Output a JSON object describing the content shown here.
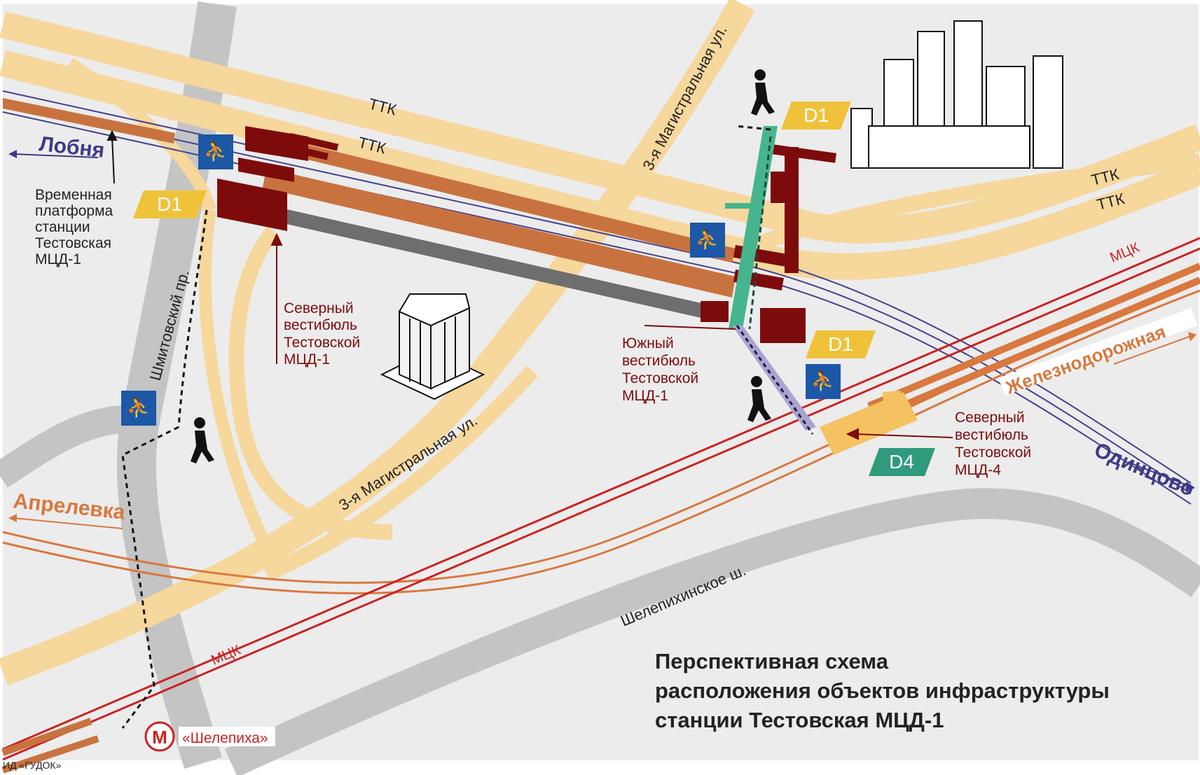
{
  "map": {
    "title_lines": [
      "Перспективная схема",
      "расположения объектов инфраструктуры",
      "станции Тестовская МЦД-1"
    ],
    "credit": "ИД «ГУДОК»",
    "roads": {
      "ttk": "ТТК",
      "magistral": "3-я Магистральная ул.",
      "shmitovsky": "Шмитовский пр.",
      "shelepikhinskoe": "Шелепихинское ш."
    },
    "railway": {
      "mck": "МЦК",
      "zheleznodorozhnaya": "Железнодорожная"
    },
    "directions": {
      "lobnya": "Лобня",
      "odintsovo": "Одинцово",
      "aprelevka": "Апрелевка"
    },
    "labels": {
      "temp_platform": [
        "Временная",
        "платформа",
        "станции",
        "Тестовская",
        "МЦД-1"
      ],
      "north_vestibule_d1": [
        "Северный",
        "вестибюль",
        "Тестовской",
        "МЦД-1"
      ],
      "south_vestibule_d1": [
        "Южный",
        "вестибюль",
        "Тестовской",
        "МЦД-1"
      ],
      "north_vestibule_d4": [
        "Северный",
        "вестибюль",
        "Тестовской",
        "МЦД-4"
      ]
    },
    "badges": {
      "d1": "D1",
      "d4": "D4"
    },
    "metro": {
      "logo": "М",
      "station": "«Шелепиха»"
    },
    "colors": {
      "background": "#ececec",
      "road": "#f6d79c",
      "gray_road": "#c4c4c4",
      "platform": "#c8733f",
      "vestibule": "#7d0b0b",
      "mck": "#cc2121",
      "d1_badge": "#efc23a",
      "d4_badge": "#2f9a7d",
      "track": "#45418f",
      "direction_orange": "#d9783f",
      "direction_blue": "#3d3b86",
      "accessible_sign": "#1d58a6"
    },
    "icons": [
      "walking-person-icon",
      "stairs-pedestrian-icon",
      "metro-logo-icon",
      "skyscraper-icon",
      "office-building-icon"
    ]
  }
}
